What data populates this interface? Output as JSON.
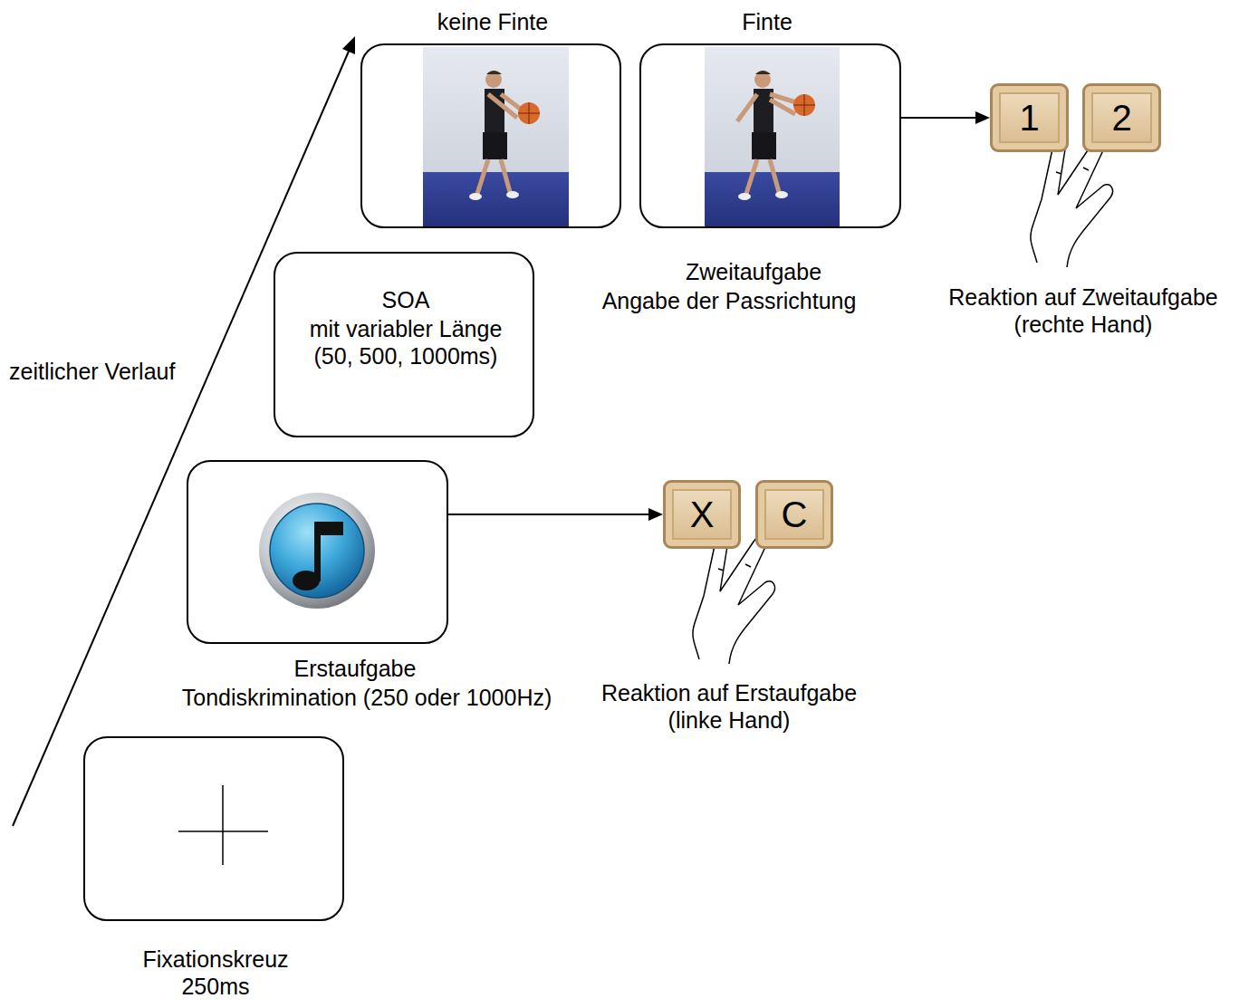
{
  "diagram": {
    "nodes": [
      {
        "text": [
          "Fixationskreuz 250ms"
        ]
      },
      {
        "text": [
          "Erstaufgabe",
          "Tondiskrimination (250 oder 1000Hz)"
        ]
      },
      {
        "text": [
          "SOA",
          "mit variabler Länge (50, 500, 1000ms)"
        ]
      },
      {
        "text": [
          "keine Finte"
        ]
      },
      {
        "text": [
          "Finte",
          "Zweitaufgabe",
          "Angabe der Passrichtung"
        ]
      },
      {
        "text": [
          "1"
        ]
      },
      {
        "text": [
          "2"
        ]
      },
      {
        "text": [
          "X"
        ]
      },
      {
        "text": [
          "C"
        ]
      }
    ],
    "edges": [
      {
        "from": 4,
        "to": 5,
        "arrow": "to"
      },
      {
        "from": 1,
        "to": 7,
        "arrow": "to"
      }
    ],
    "labels": [
      "zeitlicher Verlauf",
      "Reaktion auf Zweitaufgabe (rechte Hand)",
      "Reaktion auf Erstaufgabe (linke Hand)"
    ]
  }
}
